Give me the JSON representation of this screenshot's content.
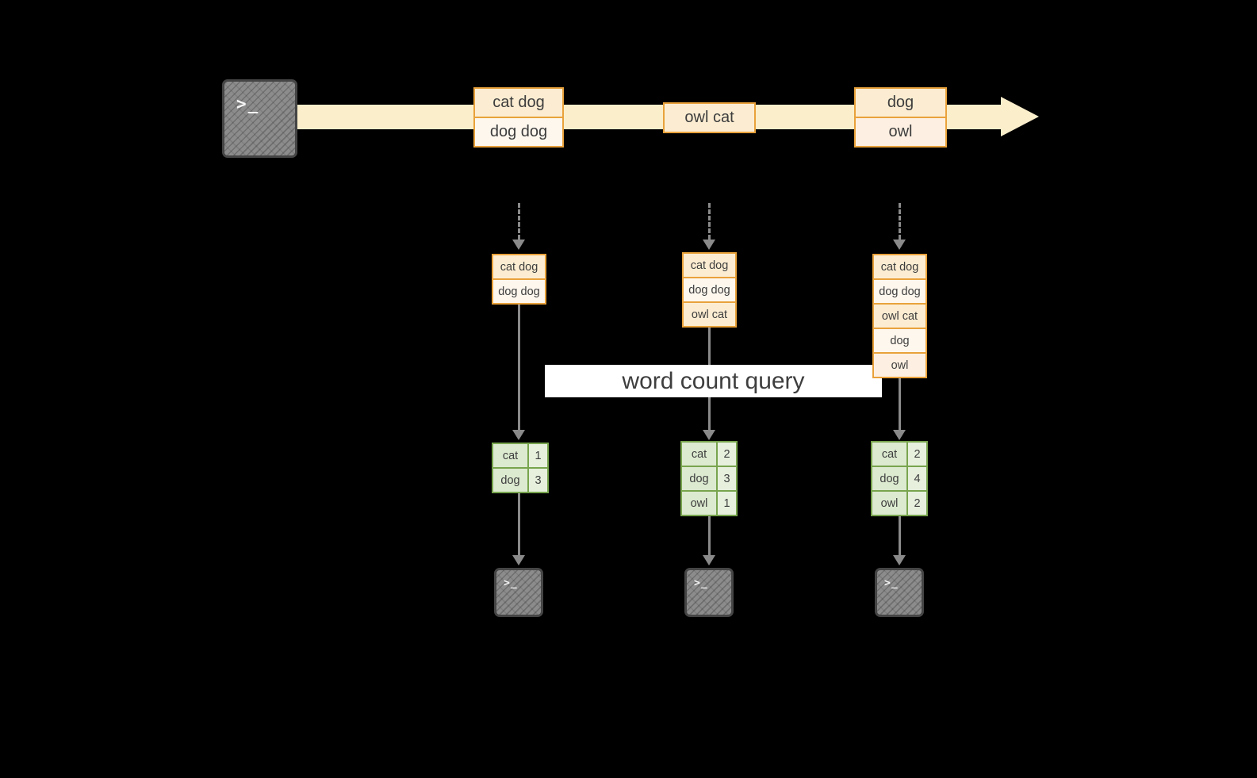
{
  "icons": {
    "source_prompt": ">_",
    "sink_prompt": ">_"
  },
  "banner": {
    "label": "word count query"
  },
  "timeline": {
    "events": [
      {
        "rows": [
          "cat dog",
          "dog dog"
        ]
      },
      {
        "rows": [
          "owl cat"
        ]
      },
      {
        "rows": [
          "dog",
          "owl"
        ]
      }
    ]
  },
  "batches": [
    {
      "state": [
        "cat dog",
        "dog dog"
      ],
      "counts": [
        {
          "word": "cat",
          "count": "1"
        },
        {
          "word": "dog",
          "count": "3"
        }
      ]
    },
    {
      "state": [
        "cat dog",
        "dog dog",
        "owl cat"
      ],
      "counts": [
        {
          "word": "cat",
          "count": "2"
        },
        {
          "word": "dog",
          "count": "3"
        },
        {
          "word": "owl",
          "count": "1"
        }
      ]
    },
    {
      "state": [
        "cat dog",
        "dog dog",
        "owl cat",
        "dog",
        "owl"
      ],
      "counts": [
        {
          "word": "cat",
          "count": "2"
        },
        {
          "word": "dog",
          "count": "4"
        },
        {
          "word": "owl",
          "count": "2"
        }
      ]
    }
  ],
  "colors": {
    "accent_orange": "#e9a23b",
    "accent_green": "#78a44e",
    "timeline_fill": "#fbeecb",
    "arrow_gray": "#8a8a8a"
  }
}
